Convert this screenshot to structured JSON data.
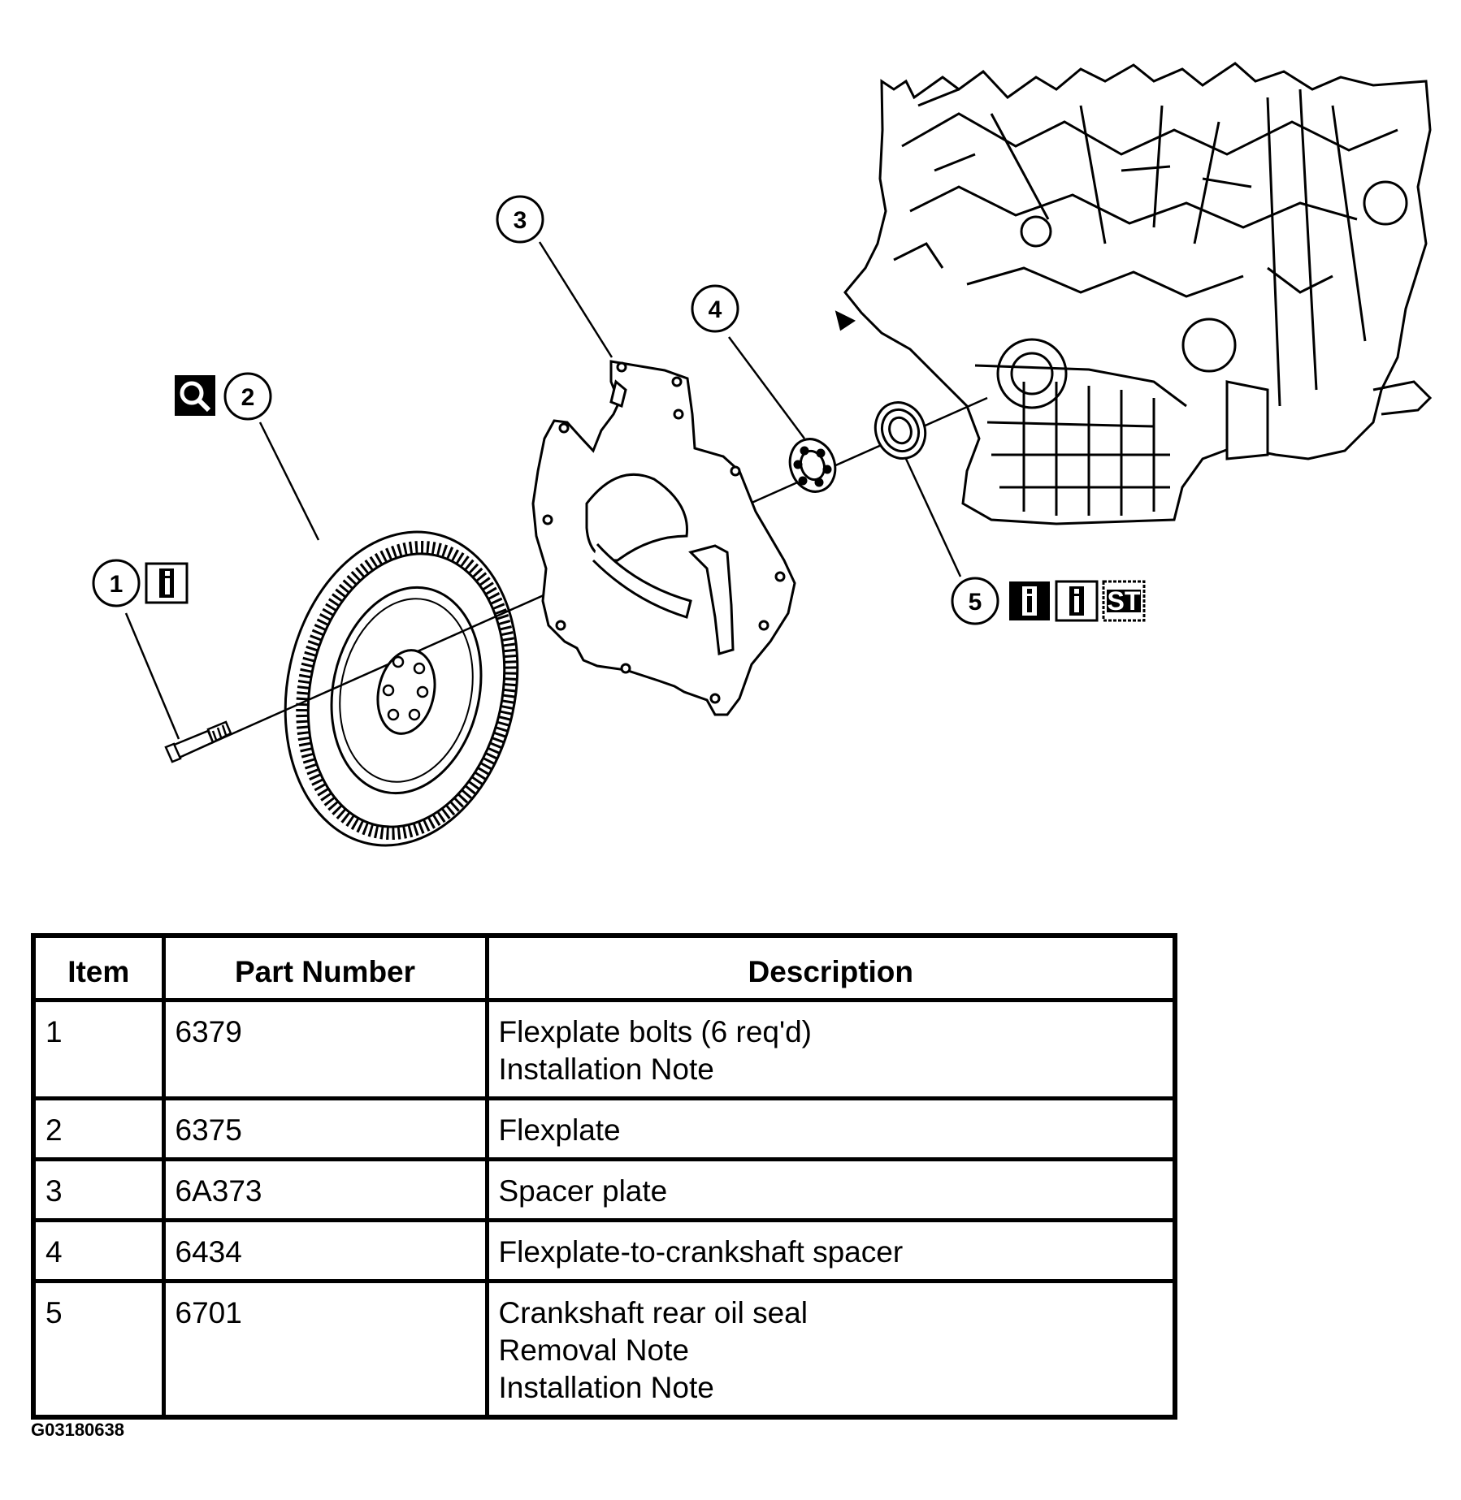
{
  "callouts": {
    "c1": "1",
    "c2": "2",
    "c3": "3",
    "c4": "4",
    "c5": "5"
  },
  "badges": {
    "special_tool": "ST"
  },
  "table": {
    "headers": [
      "Item",
      "Part Number",
      "Description"
    ],
    "rows": [
      {
        "item": "1",
        "part_number": "6379",
        "description": [
          "Flexplate bolts (6 req'd)",
          "Installation Note"
        ]
      },
      {
        "item": "2",
        "part_number": "6375",
        "description": [
          "Flexplate"
        ]
      },
      {
        "item": "3",
        "part_number": "6A373",
        "description": [
          "Spacer plate"
        ]
      },
      {
        "item": "4",
        "part_number": "6434",
        "description": [
          "Flexplate-to-crankshaft spacer"
        ]
      },
      {
        "item": "5",
        "part_number": "6701",
        "description": [
          "Crankshaft rear oil seal",
          "Removal Note",
          "Installation Note"
        ]
      }
    ]
  },
  "figure_id": "G03180638"
}
